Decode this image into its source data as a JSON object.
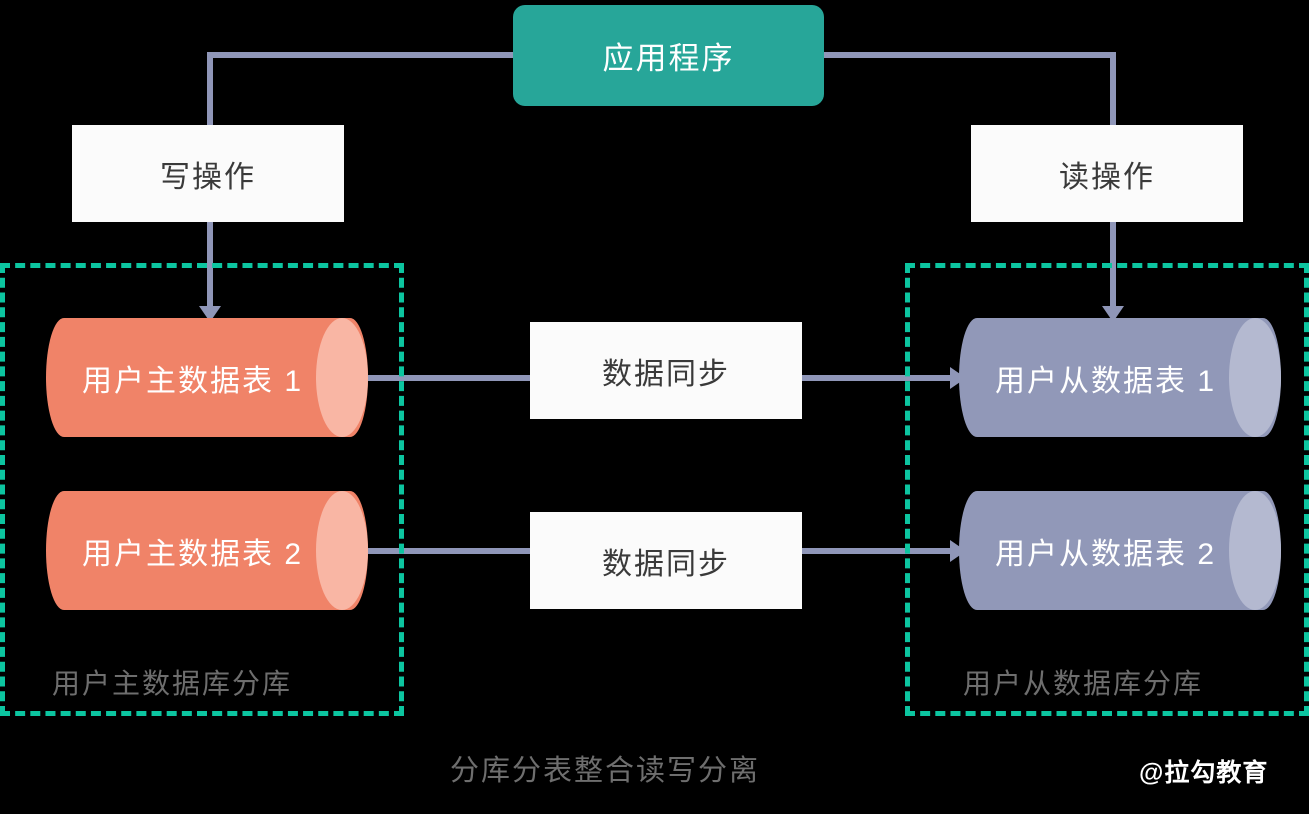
{
  "diagram": {
    "caption": "分库分表整合读写分离",
    "watermark": "@拉勾教育",
    "colors": {
      "background": "#000000",
      "app_node": "#27a699",
      "master_cylinder": "#f08368",
      "master_cylinder_cap": "#f9b6a4",
      "slave_cylinder": "#9198b8",
      "slave_cylinder_cap": "#b4b9d0",
      "connector": "#8f96b8",
      "group_border": "#0cc5a0",
      "label_box": "#fbfbfb",
      "label_text": "#3a3a3a",
      "group_label_text": "#6e6e6e"
    },
    "app_node": {
      "label": "应用程序"
    },
    "operations": {
      "write": "写操作",
      "read": "读操作"
    },
    "sync_labels": [
      "数据同步",
      "数据同步"
    ],
    "groups": [
      {
        "id": "master-group",
        "label": "用户主数据库分库",
        "nodes": [
          "用户主数据表 1",
          "用户主数据表 2"
        ]
      },
      {
        "id": "slave-group",
        "label": "用户从数据库分库",
        "nodes": [
          "用户从数据表 1",
          "用户从数据表 2"
        ]
      }
    ]
  }
}
